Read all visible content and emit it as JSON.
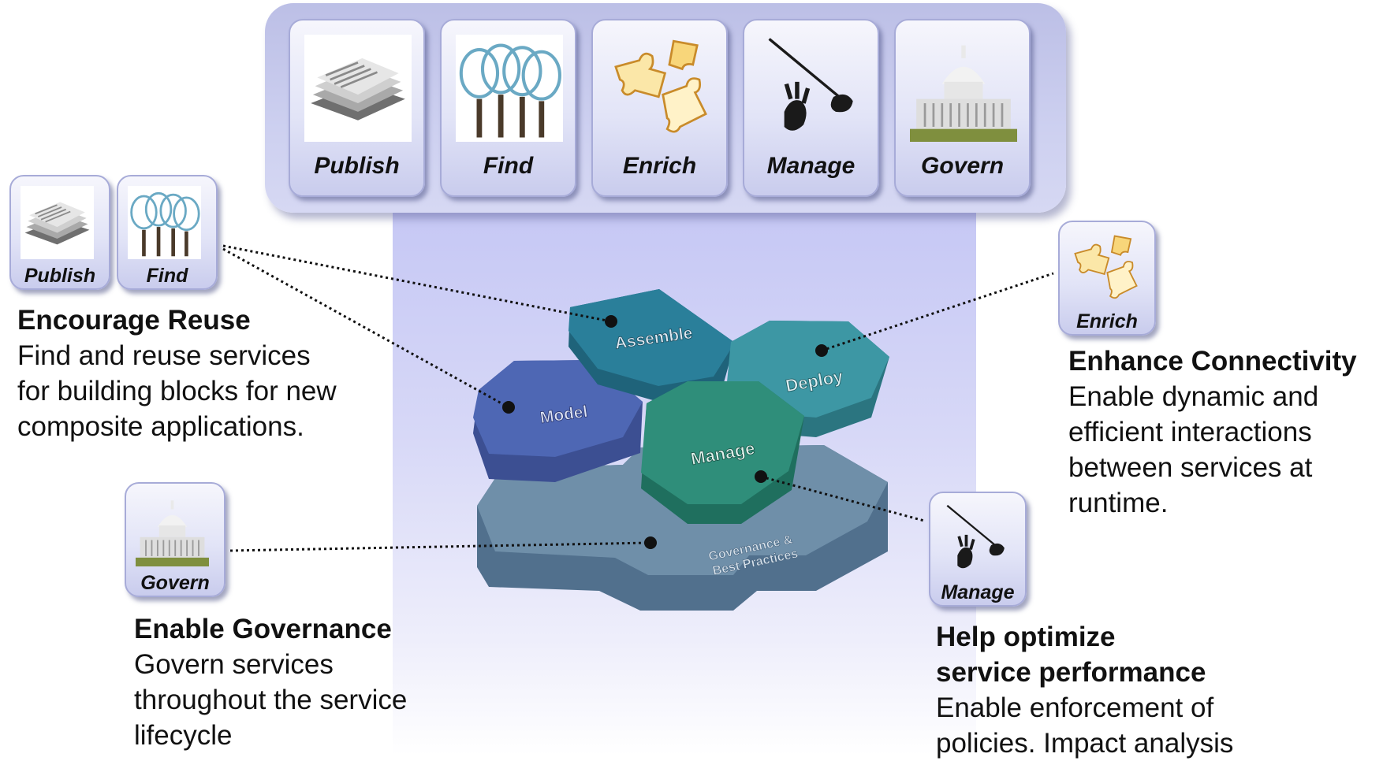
{
  "top_toolbar": {
    "tiles": [
      {
        "label": "Publish",
        "icon": "newspaper-icon"
      },
      {
        "label": "Find",
        "icon": "magnifier-icon"
      },
      {
        "label": "Enrich",
        "icon": "puzzle-icon"
      },
      {
        "label": "Manage",
        "icon": "conductor-icon"
      },
      {
        "label": "Govern",
        "icon": "capitol-icon"
      }
    ]
  },
  "hexagons": {
    "assemble": "Assemble",
    "deploy": "Deploy",
    "model": "Model",
    "manage": "Manage",
    "governance": "Governance &\nBest Practices"
  },
  "callouts": {
    "reuse": {
      "tiles": [
        "Publish",
        "Find"
      ],
      "heading": "Encourage Reuse",
      "body": "Find and reuse services\nfor building blocks for new\ncomposite applications."
    },
    "connectivity": {
      "tiles": [
        "Enrich"
      ],
      "heading": "Enhance Connectivity",
      "body": "Enable dynamic and\nefficient interactions\nbetween services at\nruntime."
    },
    "governance": {
      "tiles": [
        "Govern"
      ],
      "heading": "Enable Governance",
      "body": "Govern services\nthroughout the service\nlifecycle"
    },
    "performance": {
      "tiles": [
        "Manage"
      ],
      "heading": "Help optimize\nservice performance",
      "body": "Enable enforcement of\npolicies. Impact analysis"
    }
  },
  "colors": {
    "model": "#4e67b4",
    "assemble": "#2a7f9a",
    "deploy": "#3d97a4",
    "manage": "#2f8e7a",
    "governance": "#6f8fa9"
  }
}
